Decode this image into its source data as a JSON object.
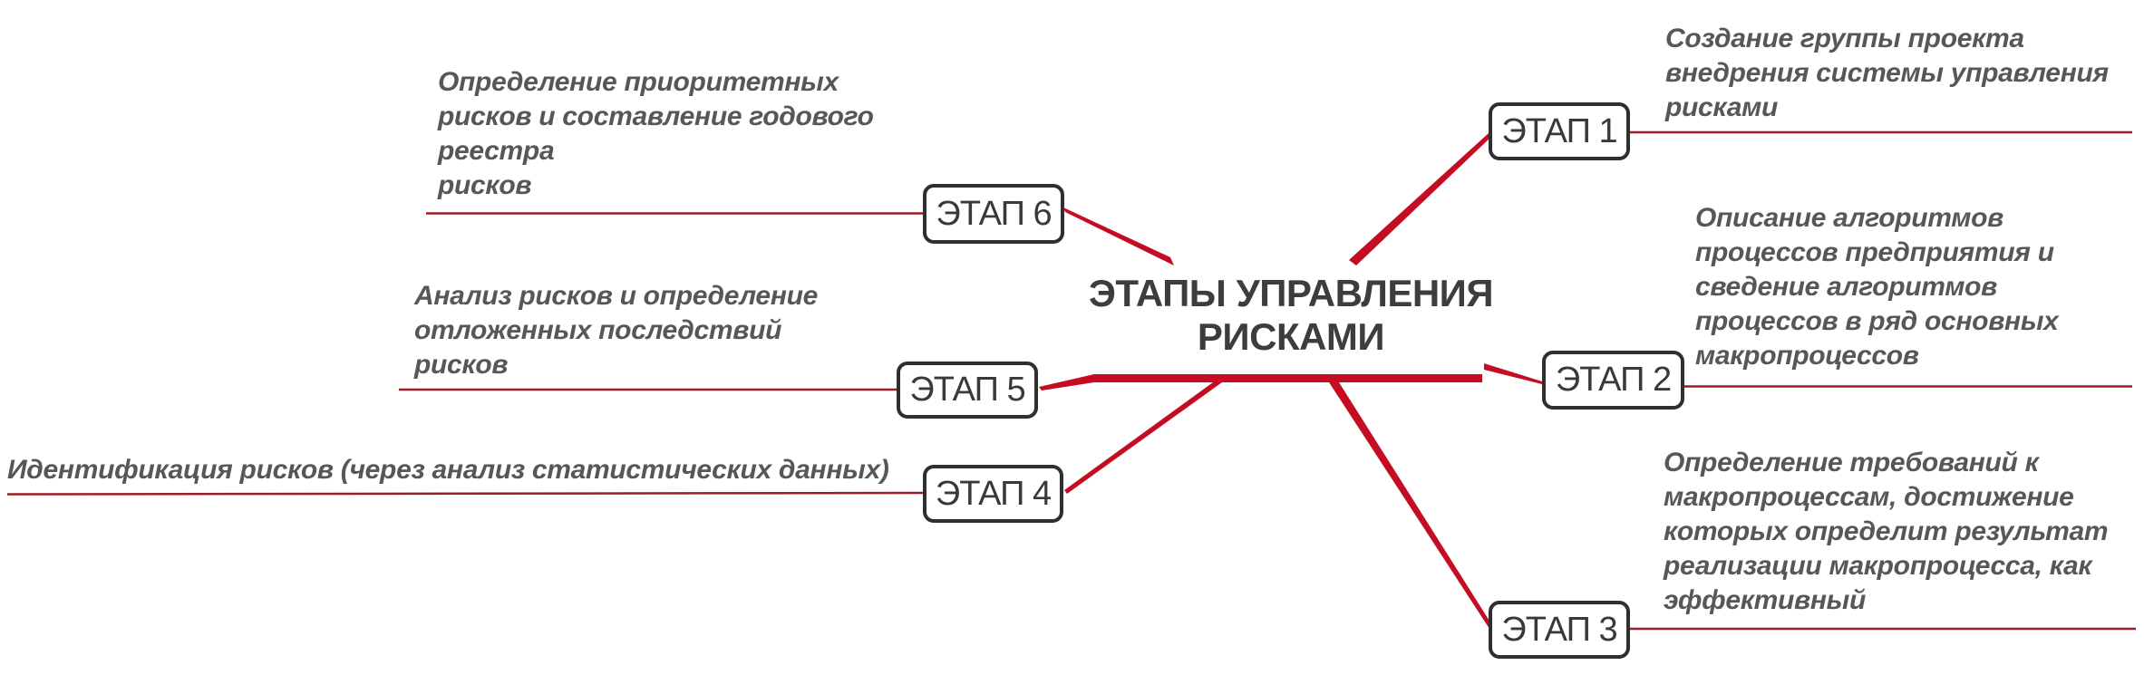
{
  "title": "ЭТАПЫ УПРАВЛЕНИЯ\nРИСКАМИ",
  "colors": {
    "branch_red": "#c40d22",
    "underline_red": "#9b1d27",
    "box_border": "#2f2f31",
    "description_text": "#56575b",
    "title_text": "#3c3d3f"
  },
  "stages": [
    {
      "label": "ЭТАП 1",
      "description": "Создание группы проекта\nвнедрения системы управления\nрисками"
    },
    {
      "label": "ЭТАП 2",
      "description": "Описание алгоритмов\nпроцессов предприятия и\nсведение алгоритмов\nпроцессов в ряд основных\nмакропроцессов"
    },
    {
      "label": "ЭТАП 3",
      "description": "Определение требований к\nмакропроцессам, достижение\nкоторых определит результат\nреализации макропроцесса, как\nэффективный"
    },
    {
      "label": "ЭТАП 4",
      "description": "Идентификация рисков (через анализ статистических данных)"
    },
    {
      "label": "ЭТАП 5",
      "description": "Анализ рисков и определение\nотложенных последствий\nрисков"
    },
    {
      "label": "ЭТАП 6",
      "description": "Определение приоритетных\nрисков и составление годового\nреестра\nрисков"
    }
  ]
}
